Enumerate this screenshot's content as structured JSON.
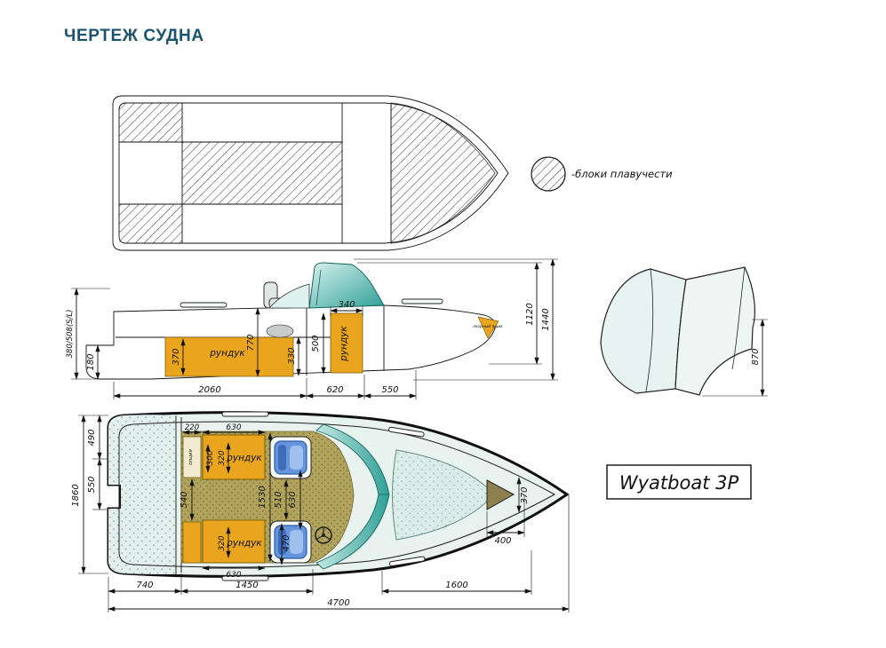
{
  "title": "ЧЕРТЕЖ СУДНА",
  "legend": {
    "label": "-блоки плавучести"
  },
  "model": {
    "label": "Wyatboat 3P"
  },
  "side_view": {
    "storage_aft": "рундук",
    "storage_bow": "рундук",
    "anchor_box": "якорный ящик",
    "dims": {
      "transom_height": "380/508(S/L)",
      "d180": "180",
      "d370": "370",
      "d770": "770",
      "d330": "330",
      "d340": "340",
      "d500": "500",
      "d1120": "1120",
      "d1440": "1440",
      "d2060": "2060",
      "d620": "620",
      "d550": "550"
    }
  },
  "transom_view": {
    "dims": {
      "d870": "870"
    }
  },
  "plan_view": {
    "storage_top": "рундук",
    "storage_bottom": "рундук",
    "option_box": "опция",
    "dims": {
      "d1860": "1860",
      "d490": "490",
      "d550": "550",
      "d220": "220",
      "d630_top": "630",
      "d300": "300",
      "d320_top": "320",
      "d540": "540",
      "d1530": "1530",
      "d510": "510",
      "d630_mid": "630",
      "d320_bottom": "320",
      "d630_bottom": "630",
      "d470": "470",
      "d400": "400",
      "d370": "370",
      "d740": "740",
      "d1450": "1450",
      "d1600": "1600",
      "d4700": "4700"
    }
  }
}
